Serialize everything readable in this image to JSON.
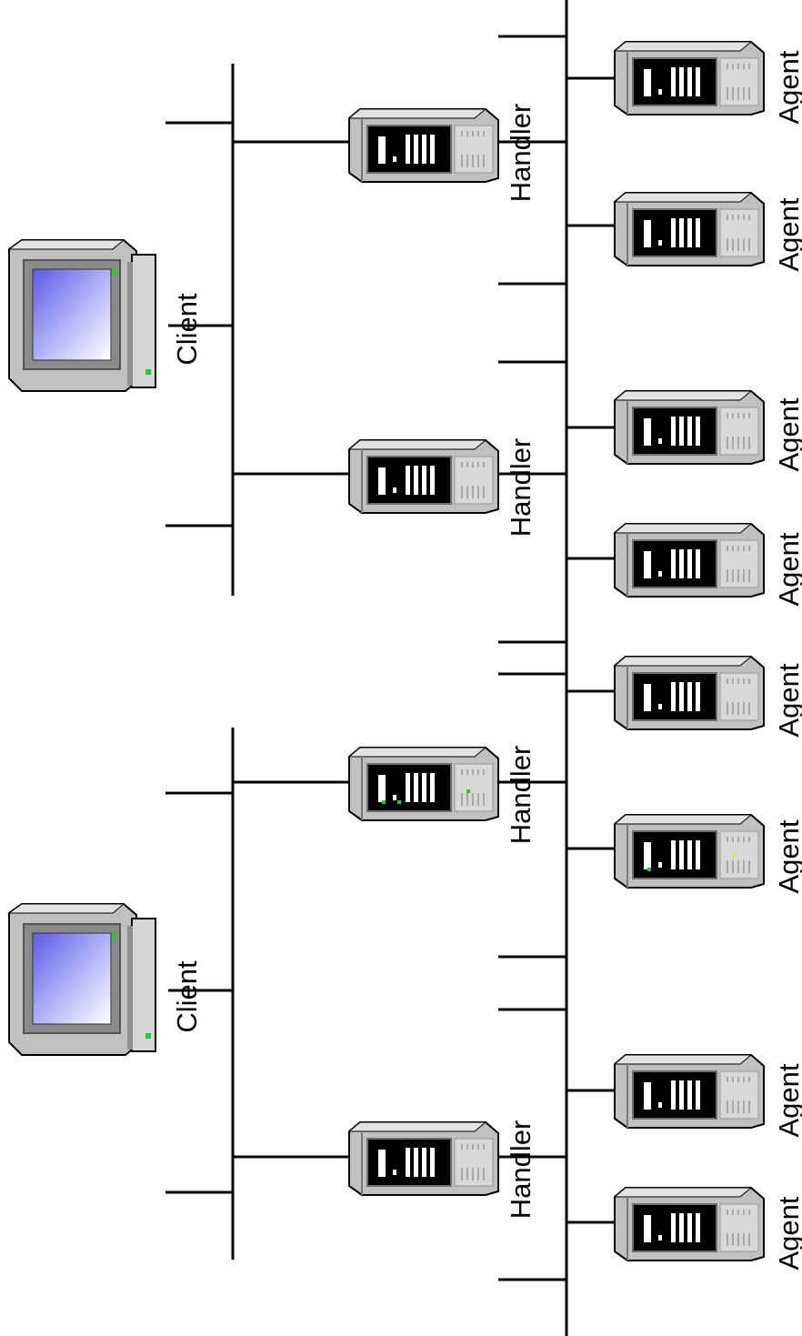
{
  "labels": {
    "client": "Client",
    "handler": "Handler",
    "agent": "Agent"
  },
  "colors": {
    "line": "#000000",
    "case": "#c0c0c0",
    "case_dark": "#7a7a7a",
    "screen": "#8c8cf0",
    "panel": "#000000",
    "led_green": "#22cc22",
    "led_yellow": "#e8e820"
  },
  "nodes": {
    "clients": [
      {
        "id": "client-1",
        "type": "client",
        "label": "Client"
      },
      {
        "id": "client-2",
        "type": "client",
        "label": "Client"
      }
    ],
    "handlers": [
      {
        "id": "handler-1",
        "type": "handler",
        "label": "Handler"
      },
      {
        "id": "handler-2",
        "type": "handler",
        "label": "Handler"
      },
      {
        "id": "handler-3",
        "type": "handler",
        "label": "Handler"
      },
      {
        "id": "handler-4",
        "type": "handler",
        "label": "Handler"
      }
    ],
    "agents": [
      {
        "id": "agent-1",
        "type": "agent",
        "label": "Agent"
      },
      {
        "id": "agent-2",
        "type": "agent",
        "label": "Agent"
      },
      {
        "id": "agent-3",
        "type": "agent",
        "label": "Agent"
      },
      {
        "id": "agent-4",
        "type": "agent",
        "label": "Agent"
      },
      {
        "id": "agent-5",
        "type": "agent",
        "label": "Agent"
      },
      {
        "id": "agent-6",
        "type": "agent",
        "label": "Agent"
      },
      {
        "id": "agent-7",
        "type": "agent",
        "label": "Agent"
      },
      {
        "id": "agent-8",
        "type": "agent",
        "label": "Agent"
      }
    ]
  },
  "edges": [
    {
      "from": "client-1",
      "to": "handler-1"
    },
    {
      "from": "client-1",
      "to": "handler-2"
    },
    {
      "from": "client-2",
      "to": "handler-3"
    },
    {
      "from": "client-2",
      "to": "handler-4"
    },
    {
      "from": "handler-1",
      "to": "agent-1"
    },
    {
      "from": "handler-1",
      "to": "agent-2"
    },
    {
      "from": "handler-2",
      "to": "agent-3"
    },
    {
      "from": "handler-2",
      "to": "agent-4"
    },
    {
      "from": "handler-3",
      "to": "agent-5"
    },
    {
      "from": "handler-3",
      "to": "agent-6"
    },
    {
      "from": "handler-4",
      "to": "agent-7"
    },
    {
      "from": "handler-4",
      "to": "agent-8"
    }
  ]
}
